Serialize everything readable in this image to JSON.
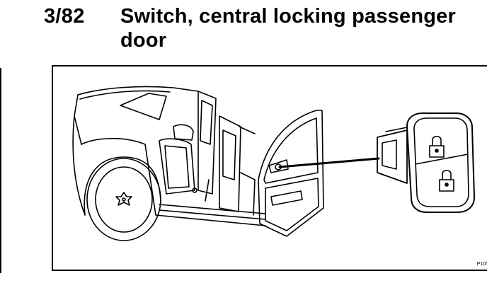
{
  "heading": {
    "figure_number": "3/82",
    "title": "Switch, central locking passenger door"
  },
  "illustration": {
    "reference_code": "P10/",
    "subject": "car-open-passenger-door-icon",
    "detail": "central-lock-switch-icon"
  }
}
